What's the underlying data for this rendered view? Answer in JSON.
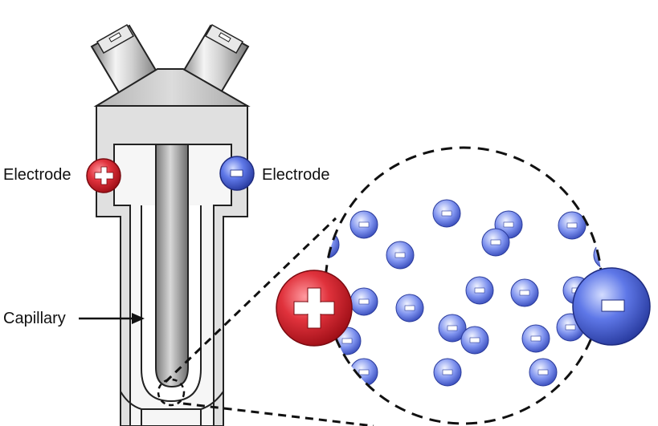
{
  "labels": {
    "electrode_left": "Electrode",
    "electrode_right": "Electrode",
    "capillary": "Capillary"
  },
  "colors": {
    "anode": "#d6232d",
    "cathode": "#3f5bd8",
    "body_outline": "#222222",
    "body_fill": "#e2e2e2"
  },
  "icons": {
    "anode": "plus-sign",
    "cathode": "minus-sign",
    "ion": "negative-ion"
  }
}
